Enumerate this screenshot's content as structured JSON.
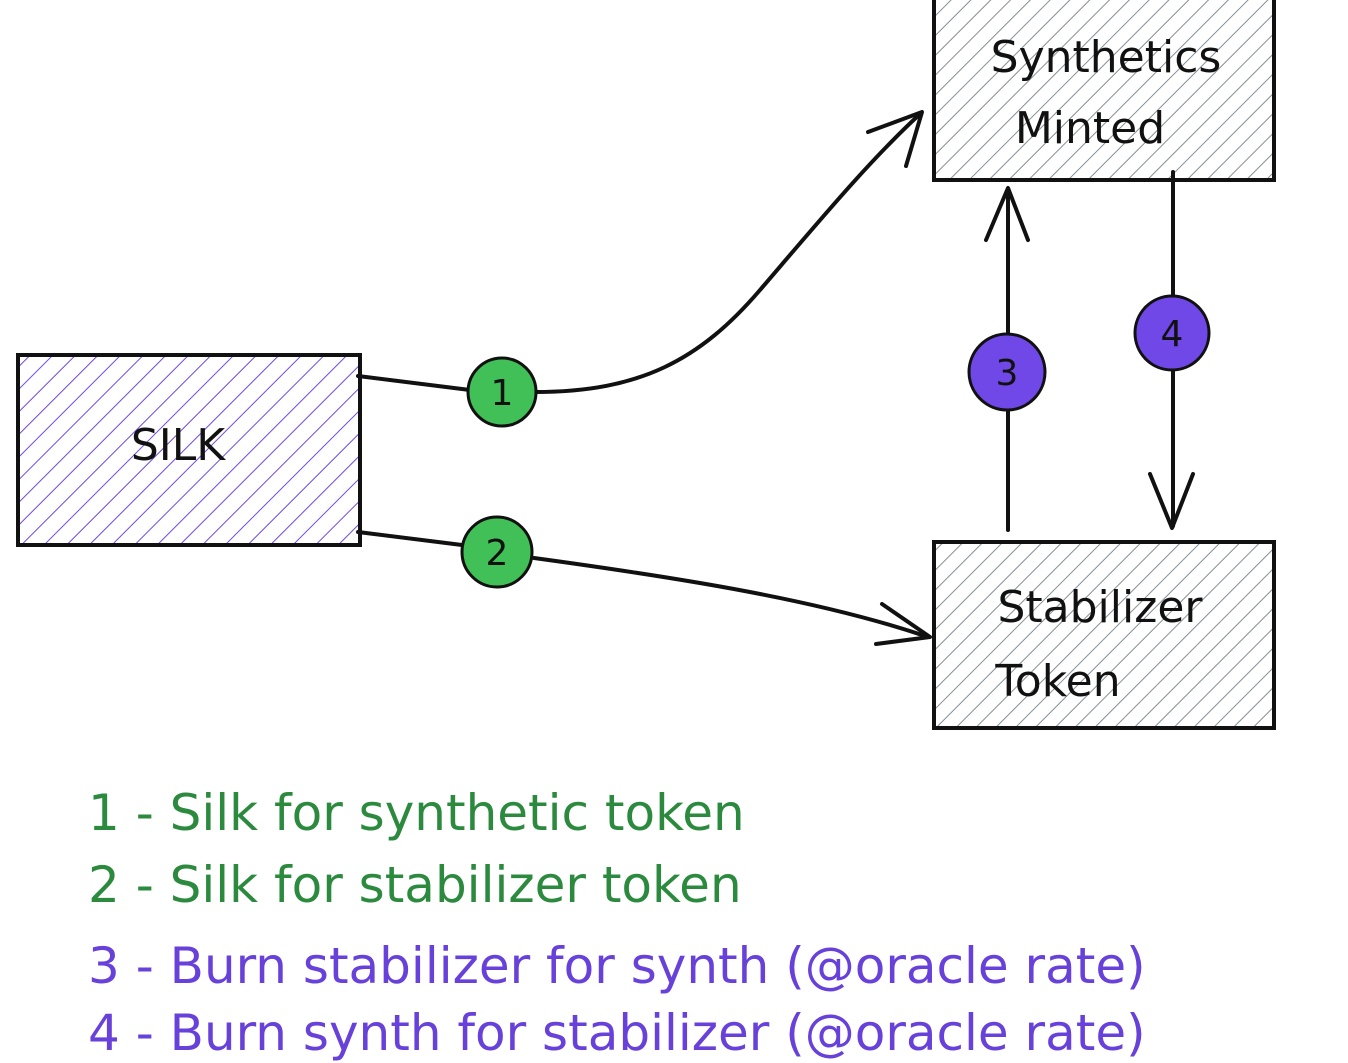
{
  "nodes": {
    "silk": {
      "label": "SILK",
      "fill": "#7048e8"
    },
    "synthetics": {
      "line1": "Synthetics",
      "line2": "Minted",
      "fill": "#868e96"
    },
    "stabilizer": {
      "line1": "Stabilizer",
      "line2": "Token",
      "fill": "#868e96"
    }
  },
  "badges": [
    {
      "num": "1",
      "color": "#40c057"
    },
    {
      "num": "2",
      "color": "#40c057"
    },
    {
      "num": "3",
      "color": "#7048e8"
    },
    {
      "num": "4",
      "color": "#7048e8"
    }
  ],
  "legend": [
    {
      "text": "1 - Silk for synthetic token",
      "color": "#2b8a3e"
    },
    {
      "text": "2 - Silk for stabilizer token",
      "color": "#2b8a3e"
    },
    {
      "text": "3 - Burn stabilizer for synth (@oracle rate)",
      "color": "#6741d9"
    },
    {
      "text": "4 - Burn synth for stabilizer (@oracle rate)",
      "color": "#6741d9"
    }
  ]
}
